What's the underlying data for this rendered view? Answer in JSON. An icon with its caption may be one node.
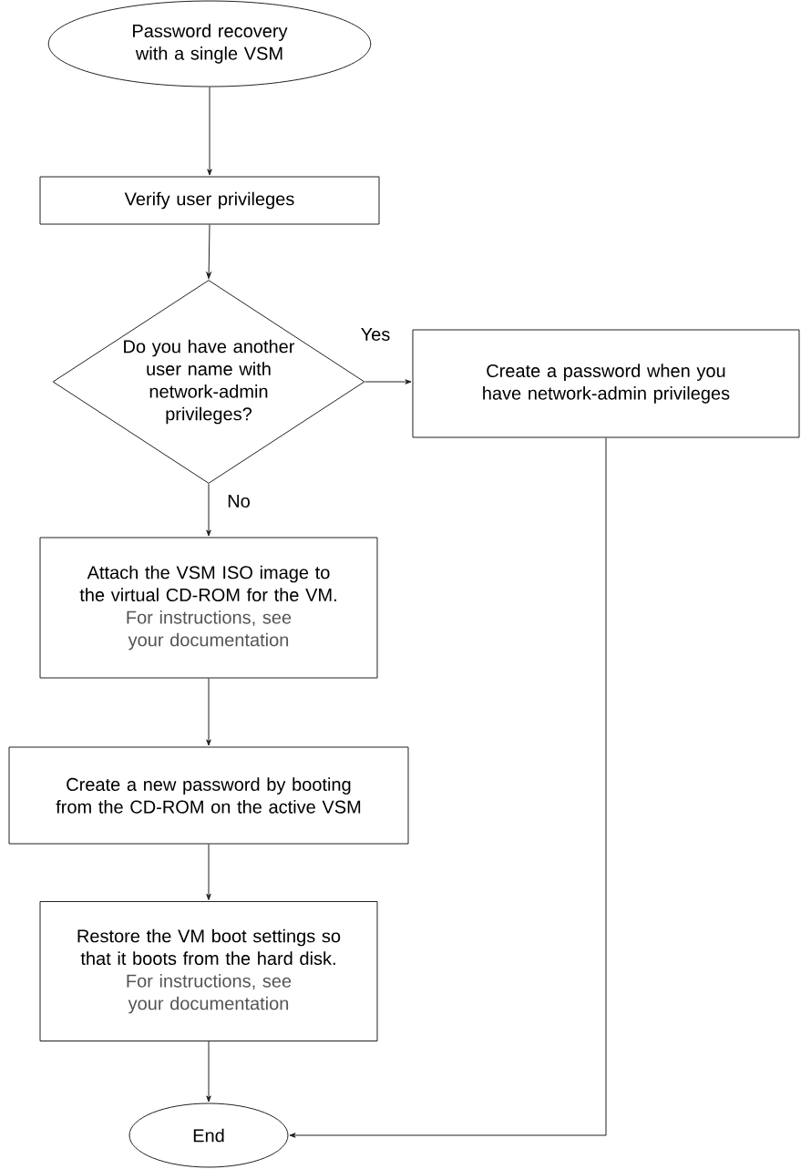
{
  "diagram": {
    "nodes": [
      {
        "text": [
          "Password recovery with a single VSM"
        ]
      },
      {
        "text": [
          "Verify user privileges"
        ]
      },
      {
        "text": [
          "Do you have another user name with network-admin privileges?"
        ]
      },
      {
        "text": [
          "Create a password when you have network-admin privileges"
        ]
      },
      {
        "text": [
          "Attach the VSM ISO image to the virtual CD-ROM for the VM.",
          "For instructions, see your documentation"
        ]
      },
      {
        "text": [
          "Create a new password by booting from the CD-ROM on the active VSM"
        ]
      },
      {
        "text": [
          "Restore the VM boot settings so that it boots from the hard disk.",
          "For instructions, see your documentation"
        ]
      },
      {
        "text": [
          "End"
        ]
      }
    ],
    "edges": [
      {
        "from": 0,
        "to": 1,
        "arrow": "to"
      },
      {
        "from": 1,
        "to": 2,
        "arrow": "to"
      },
      {
        "from": 2,
        "to": 3,
        "arrow": "to",
        "label": "Yes"
      },
      {
        "from": 2,
        "to": 4,
        "arrow": "to",
        "label": "No"
      },
      {
        "from": 4,
        "to": 5,
        "arrow": "to"
      },
      {
        "from": 5,
        "to": 6,
        "arrow": "to"
      },
      {
        "from": 6,
        "to": 7,
        "arrow": "to"
      },
      {
        "from": 3,
        "to": 7,
        "arrow": "to"
      }
    ]
  }
}
